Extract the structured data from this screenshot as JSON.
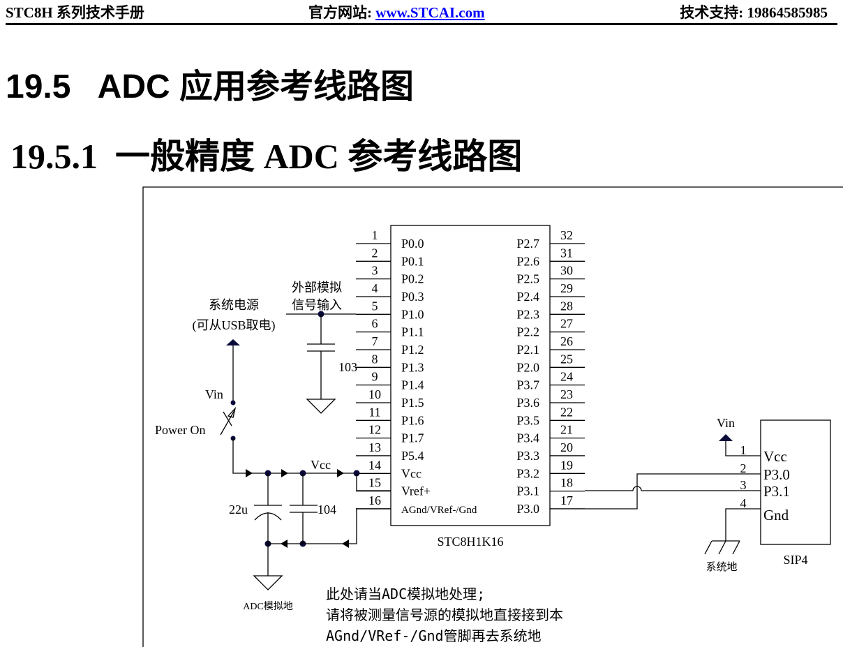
{
  "header": {
    "left": "STC8H 系列技术手册",
    "center_label": "官方网站: ",
    "center_link": "www.STCAI.com",
    "right": "技术支持: 19864585985"
  },
  "section": {
    "title": "19.5   ADC 应用参考线路图"
  },
  "subsection": {
    "title": "19.5.1  一般精度 ADC 参考线路图"
  },
  "diagram": {
    "chip_name": "STC8H1K16",
    "left_pins": [
      {
        "num": "1",
        "label": "P0.0"
      },
      {
        "num": "2",
        "label": "P0.1"
      },
      {
        "num": "3",
        "label": "P0.2"
      },
      {
        "num": "4",
        "label": "P0.3"
      },
      {
        "num": "5",
        "label": "P1.0"
      },
      {
        "num": "6",
        "label": "P1.1"
      },
      {
        "num": "7",
        "label": "P1.2"
      },
      {
        "num": "8",
        "label": "P1.3"
      },
      {
        "num": "9",
        "label": "P1.4"
      },
      {
        "num": "10",
        "label": "P1.5"
      },
      {
        "num": "11",
        "label": "P1.6"
      },
      {
        "num": "12",
        "label": "P1.7"
      },
      {
        "num": "13",
        "label": "P5.4"
      },
      {
        "num": "14",
        "label": "Vcc"
      },
      {
        "num": "15",
        "label": "Vref+"
      },
      {
        "num": "16",
        "label": "AGnd/VRef-/Gnd"
      }
    ],
    "right_pins": [
      {
        "num": "32",
        "label": "P2.7"
      },
      {
        "num": "31",
        "label": "P2.6"
      },
      {
        "num": "30",
        "label": "P2.5"
      },
      {
        "num": "29",
        "label": "P2.4"
      },
      {
        "num": "28",
        "label": "P2.3"
      },
      {
        "num": "27",
        "label": "P2.2"
      },
      {
        "num": "26",
        "label": "P2.1"
      },
      {
        "num": "25",
        "label": "P2.0"
      },
      {
        "num": "24",
        "label": "P3.7"
      },
      {
        "num": "23",
        "label": "P3.6"
      },
      {
        "num": "22",
        "label": "P3.5"
      },
      {
        "num": "21",
        "label": "P3.4"
      },
      {
        "num": "20",
        "label": "P3.3"
      },
      {
        "num": "19",
        "label": "P3.2"
      },
      {
        "num": "18",
        "label": "P3.1"
      },
      {
        "num": "17",
        "label": "P3.0"
      }
    ],
    "analog_input_label": [
      "外部模拟",
      "信号输入"
    ],
    "cap_103": "103",
    "power_label": [
      "系统电源",
      "(可从USB取电)"
    ],
    "vin": "Vin",
    "power_on": "Power On",
    "vcc": "Vcc",
    "cap_22u": "22u",
    "cap_104": "104",
    "adc_ground": "ADC模拟地",
    "connector": {
      "name": "SIP4",
      "vin": "Vin",
      "pins": [
        {
          "num": "1",
          "label": "Vcc"
        },
        {
          "num": "2",
          "label": "P3.0"
        },
        {
          "num": "3",
          "label": "P3.1"
        },
        {
          "num": "4",
          "label": "Gnd"
        }
      ],
      "ground_label": "系统地"
    },
    "note": [
      "此处请当ADC模拟地处理;",
      "请将被测量信号源的模拟地直接接到本",
      "AGnd/VRef-/Gnd管脚再去系统地"
    ]
  }
}
